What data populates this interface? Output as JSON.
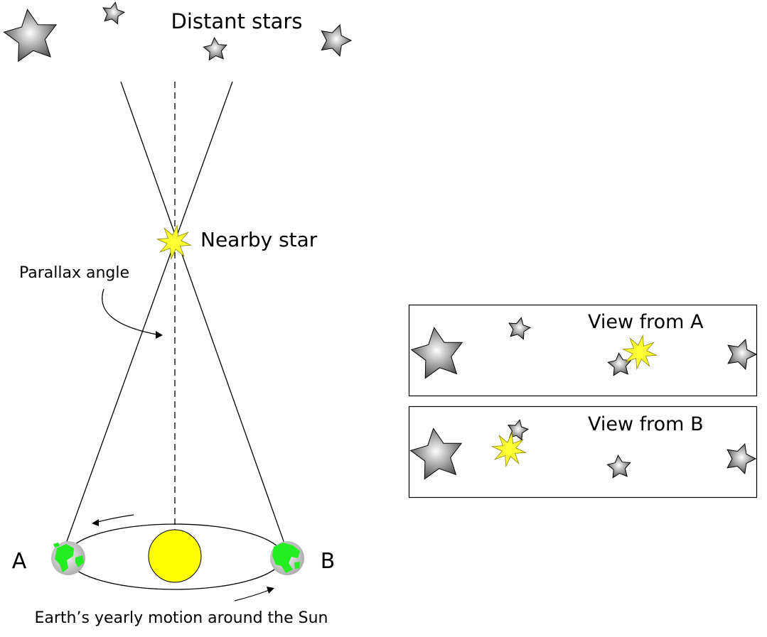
{
  "labels": {
    "distant_stars": "Distant stars",
    "nearby_star": "Nearby star",
    "parallax_angle": "Parallax angle",
    "point_a": "A",
    "point_b": "B",
    "orbit_caption": "Earth’s yearly motion around the Sun",
    "view_a": "View from A",
    "view_b": "View from B"
  },
  "colors": {
    "star_gray_light": "#ffffff",
    "star_gray_dark": "#555555",
    "nearby_star": "#ffff33",
    "sun": "#ffff00",
    "earth_land": "#22ee22",
    "earth_ocean": "#bbbbbb",
    "line": "#000000"
  },
  "icons": {
    "distant_star": "gray-five-point-star",
    "nearby_star": "yellow-burst-star",
    "sun": "yellow-circle",
    "earth": "globe"
  }
}
